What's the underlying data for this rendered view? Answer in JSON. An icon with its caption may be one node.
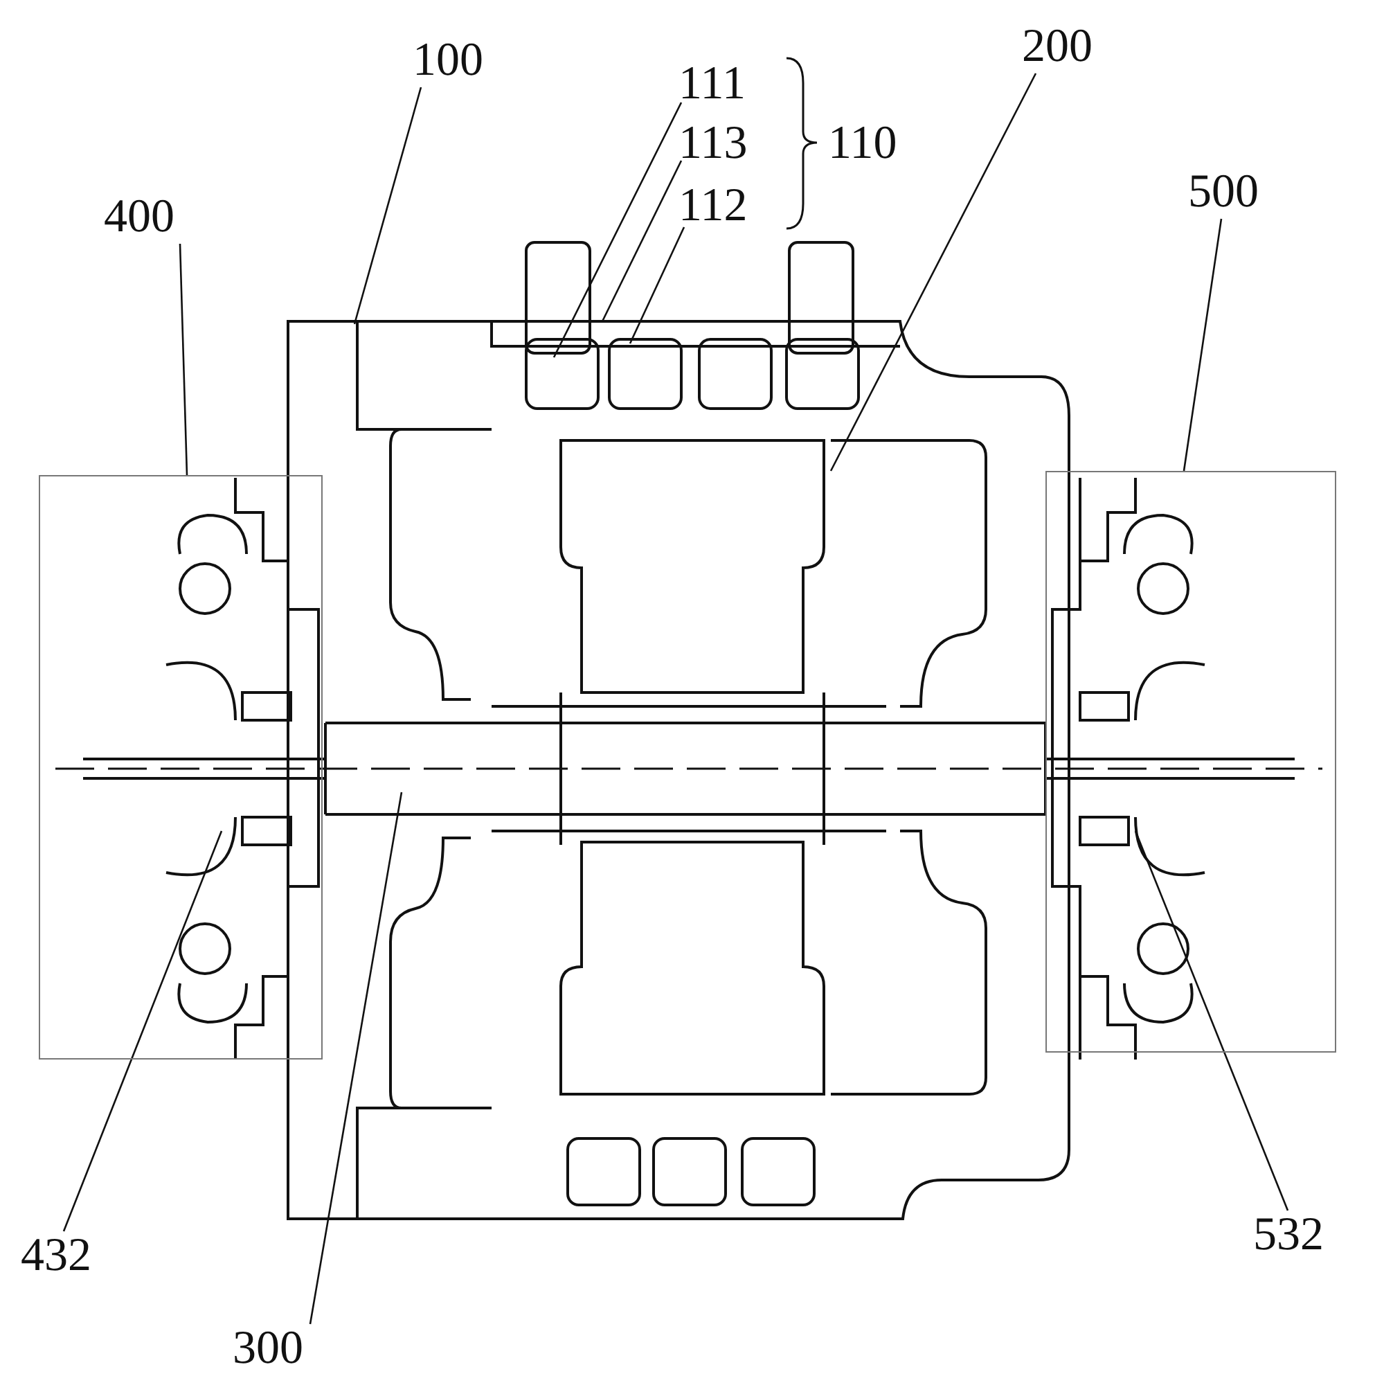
{
  "diagram": {
    "nodes": [
      {
        "text": [
          "100"
        ]
      },
      {
        "text": [
          "111"
        ]
      },
      {
        "text": [
          "113"
        ]
      },
      {
        "text": [
          "112"
        ]
      },
      {
        "text": [
          "200"
        ]
      },
      {
        "text": [
          "400"
        ]
      },
      {
        "text": [
          "500"
        ]
      },
      {
        "text": [
          "432"
        ]
      },
      {
        "text": [
          "300"
        ]
      },
      {
        "text": [
          "532"
        ]
      },
      {
        "text": [],
        "shape": "box"
      },
      {
        "text": [],
        "shape": "box"
      }
    ],
    "edges": [
      {
        "from": 0,
        "to": null,
        "arrow": "none"
      },
      {
        "from": 1,
        "to": null,
        "arrow": "none"
      },
      {
        "from": 2,
        "to": null,
        "arrow": "none"
      },
      {
        "from": 3,
        "to": null,
        "arrow": "none"
      },
      {
        "from": 4,
        "to": null,
        "arrow": "none"
      },
      {
        "from": 5,
        "to": 10,
        "arrow": "none"
      },
      {
        "from": 6,
        "to": 11,
        "arrow": "none"
      },
      {
        "from": 7,
        "to": 10,
        "arrow": "none"
      },
      {
        "from": 8,
        "to": null,
        "arrow": "none"
      },
      {
        "from": 9,
        "to": 11,
        "arrow": "none"
      }
    ],
    "labels": [
      "110"
    ]
  }
}
